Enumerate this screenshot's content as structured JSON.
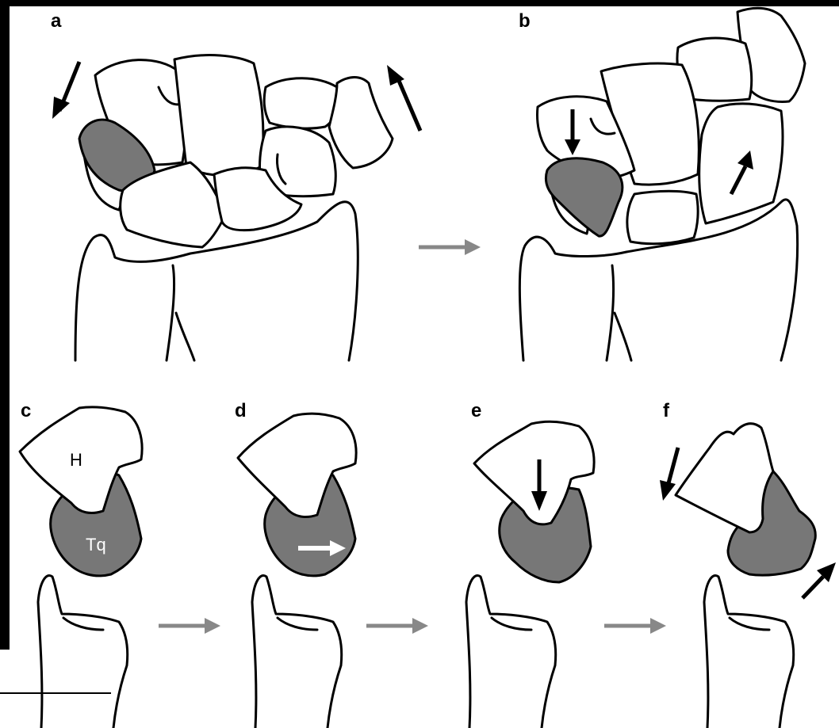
{
  "panels": {
    "a": "a",
    "b": "b",
    "c": "c",
    "d": "d",
    "e": "e",
    "f": "f"
  },
  "bones": {
    "hamate": "H",
    "triquetrum": "Tq"
  },
  "colors": {
    "shaded_bone": "#777777",
    "transition_arrow": "#888888",
    "outline": "#000000",
    "background": "#ffffff"
  }
}
